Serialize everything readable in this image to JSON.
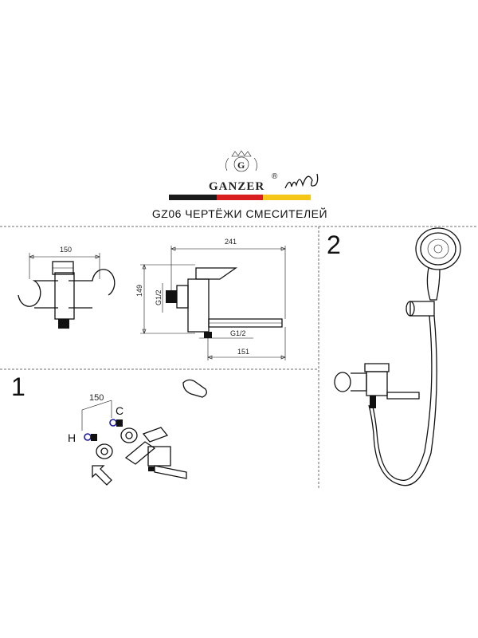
{
  "header": {
    "brand": "GANZER",
    "registered_mark": "®",
    "title": "GZ06 ЧЕРТЁЖИ СМЕСИТЕЛЕЙ",
    "flag_colors": [
      "#1a1a1a",
      "#d81e1e",
      "#f5c518"
    ]
  },
  "drawing_front": {
    "width_label": "150"
  },
  "drawing_side": {
    "length_label": "241",
    "height_label": "149",
    "spout_label": "151",
    "thread_left": "G1/2",
    "thread_bottom": "G1/2"
  },
  "step1": {
    "number": "1",
    "spacing_label": "150",
    "hot_label": "H",
    "cold_label": "C",
    "hot_color": "#1a1aa0",
    "cold_color": "#1a1aa0"
  },
  "step2": {
    "number": "2"
  }
}
